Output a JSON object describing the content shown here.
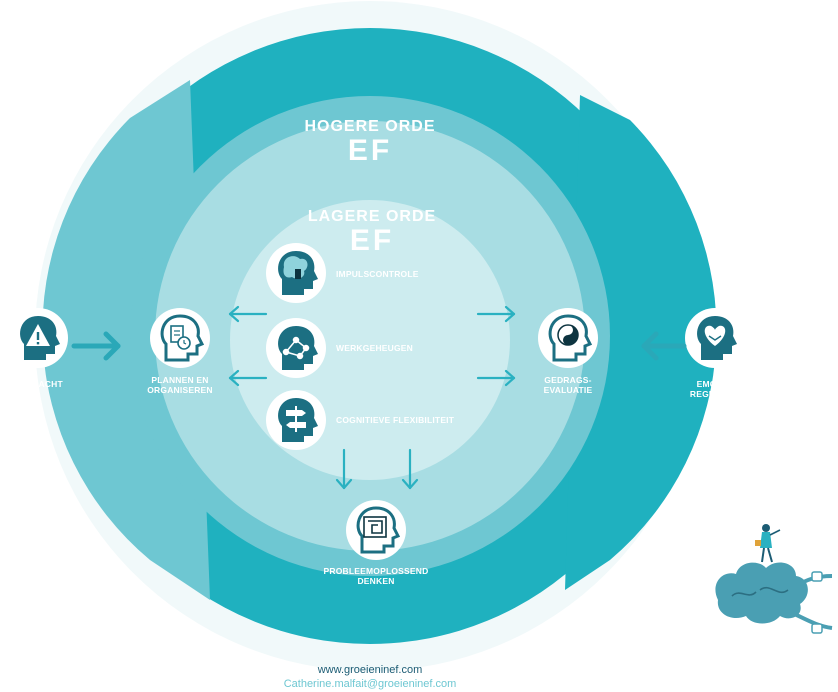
{
  "outer": {
    "title_line1": "HOGERE ORDE",
    "title_line2": "EF"
  },
  "inner": {
    "title_line1": "LAGERE ORDE",
    "title_line2": "EF"
  },
  "core": {
    "items": [
      "IMPULSCONTROLE",
      "WERKGEHEUGEN",
      "COGNITIEVE FLEXIBILITEIT"
    ]
  },
  "left": {
    "line1": "PLANNEN EN",
    "line2": "ORGANISEREN"
  },
  "right": {
    "line1": "GEDRAGS-",
    "line2": "EVALUATIE"
  },
  "bottom": {
    "line1": "PROBLEEMOPLOSSEND",
    "line2": "DENKEN"
  },
  "far_left": {
    "label": "AANDACHT"
  },
  "far_right": {
    "line1": "EMOTIE-",
    "line2": "REGULATIE"
  },
  "footer": {
    "website": "www.groeieninef.com",
    "email": "Catherine.malfait@groeieninef.com"
  },
  "colors": {
    "outer_ring": "#1fb1bf",
    "mid_ring": "#6ec7d2",
    "inner_ring": "#a8dde3",
    "core": "#cdecef",
    "head_dark": "#1c6f82",
    "arrow": "#2ab1c1",
    "footer_web": "#1c5c74",
    "footer_email": "#6ec7d2"
  },
  "icons": [
    "warning-icon",
    "checklist-clock-icon",
    "brain-impulse-icon",
    "network-nodes-icon",
    "signpost-icon",
    "yin-yang-icon",
    "handshake-heart-icon",
    "maze-icon",
    "explorer-brain-illustration"
  ]
}
